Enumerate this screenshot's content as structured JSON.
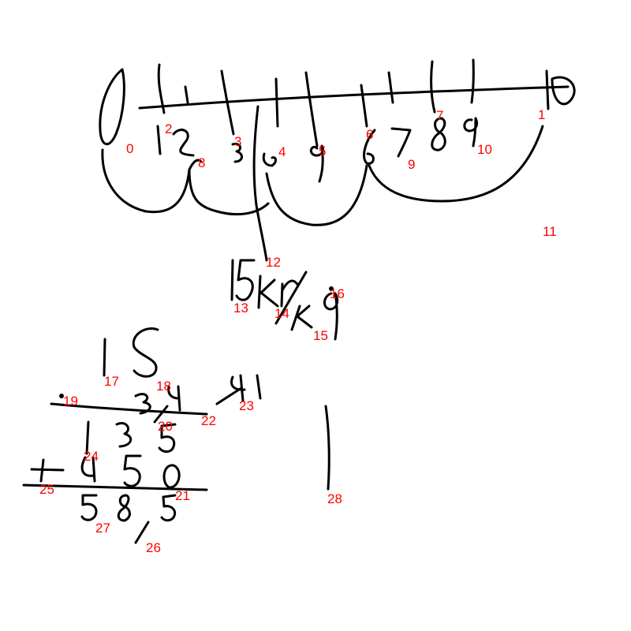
{
  "colors": {
    "ink": "#000000",
    "label": "#ff0000",
    "background": "#ffffff"
  },
  "labels": [
    "0",
    "1",
    "2",
    "3",
    "4",
    "5",
    "6",
    "7",
    "8",
    "9",
    "10",
    "11",
    "12",
    "13",
    "14",
    "15",
    "16",
    "17",
    "18",
    "19",
    "20",
    "21",
    "22",
    "23",
    "24",
    "25",
    "26",
    "27",
    "28"
  ]
}
